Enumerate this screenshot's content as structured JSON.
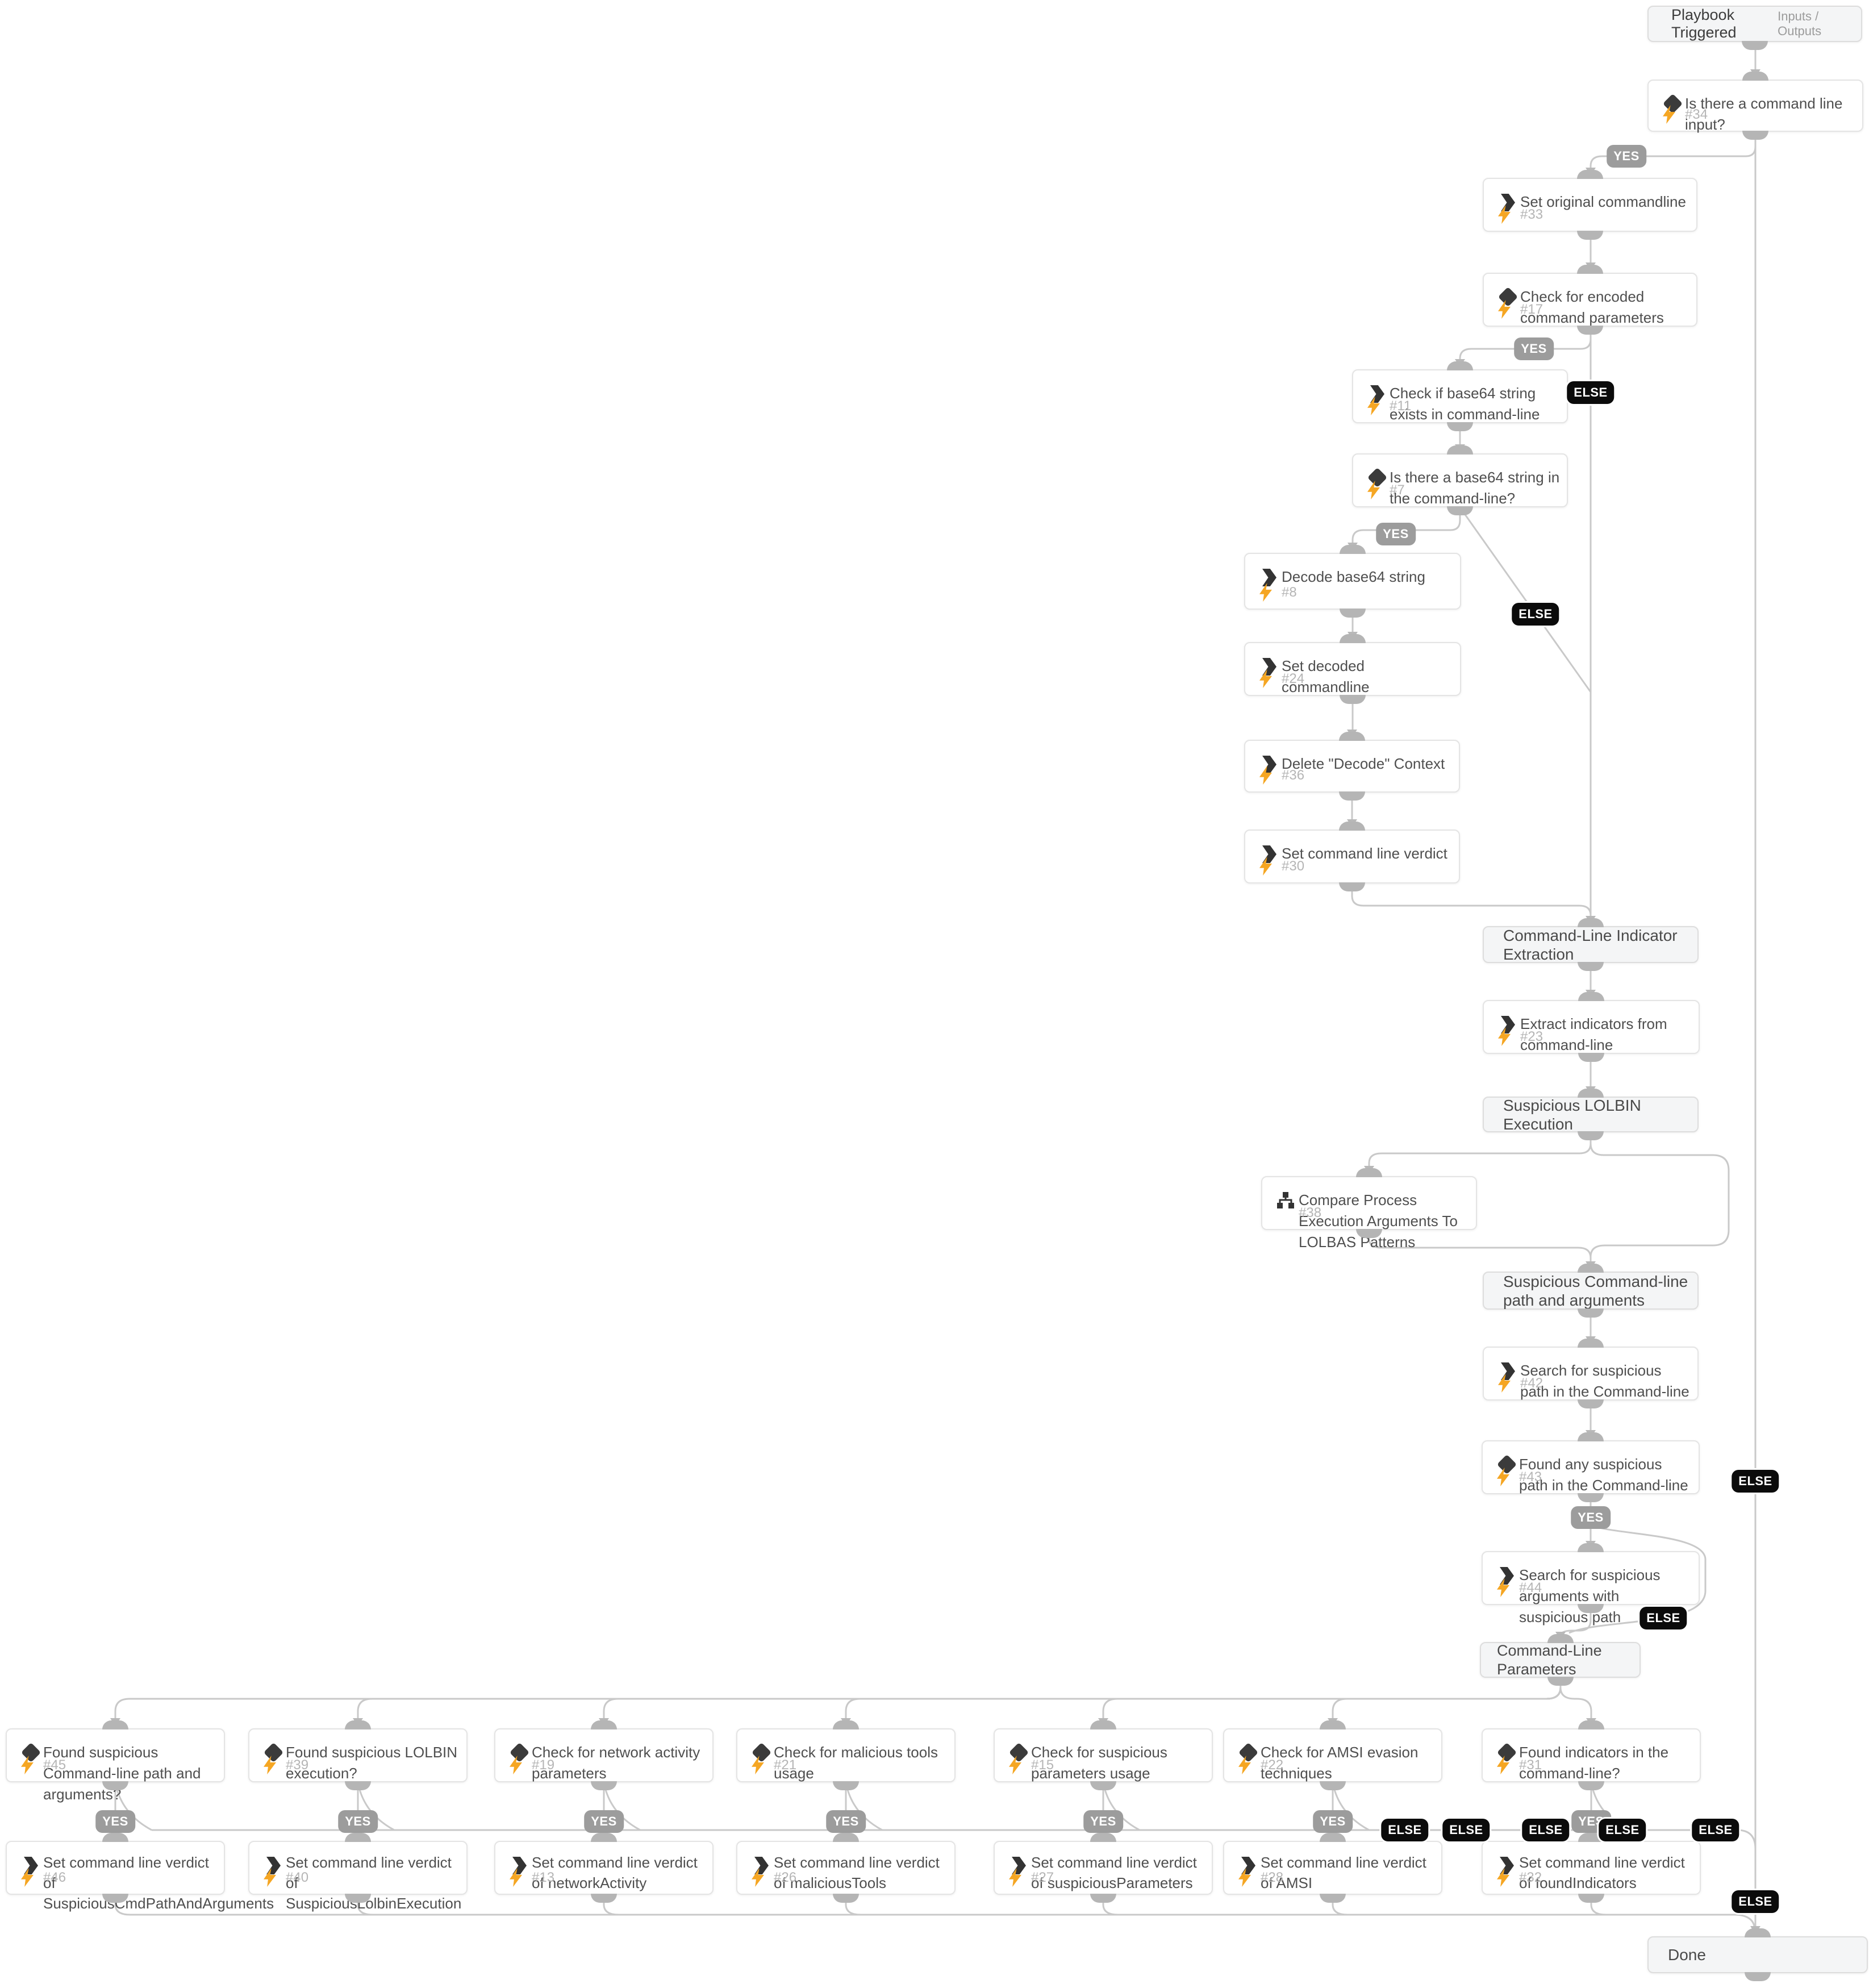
{
  "labels": {
    "yes": "YES",
    "else": "ELSE"
  },
  "trigger": {
    "title": "Playbook Triggered",
    "link": "Inputs / Outputs"
  },
  "terminator": {
    "title": "Done"
  },
  "colors": {
    "bolt": "#f5a623",
    "yes_pill": "#9c9c9c",
    "else_pill": "#0b0b0b",
    "wire": "#c9c9c9",
    "section_bg": "#f4f5f6"
  },
  "nodes": [
    {
      "id": "#34",
      "kind": "condition",
      "title": "Is there a command line input?"
    },
    {
      "id": "#33",
      "kind": "task",
      "title": "Set original commandline"
    },
    {
      "id": "#17",
      "kind": "condition",
      "title": "Check for encoded command parameters"
    },
    {
      "id": "#11",
      "kind": "task",
      "title": "Check if base64 string exists in command-line"
    },
    {
      "id": "#7",
      "kind": "condition",
      "title": "Is there a base64 string in the command-line?"
    },
    {
      "id": "#8",
      "kind": "task",
      "title": "Decode base64 string"
    },
    {
      "id": "#24",
      "kind": "task",
      "title": "Set decoded commandline"
    },
    {
      "id": "#36",
      "kind": "task",
      "title": "Delete \"Decode\" Context"
    },
    {
      "id": "#30",
      "kind": "task",
      "title": "Set command line verdict"
    },
    {
      "id": "sec1",
      "kind": "section",
      "title": "Command-Line Indicator Extraction"
    },
    {
      "id": "#23",
      "kind": "task",
      "title": "Extract indicators from command-line"
    },
    {
      "id": "sec2",
      "kind": "section",
      "title": "Suspicious LOLBIN Execution"
    },
    {
      "id": "#38",
      "kind": "sub-playbook",
      "title": "Compare Process Execution Arguments To LOLBAS Patterns"
    },
    {
      "id": "sec3",
      "kind": "section",
      "title": "Suspicious Command-line path and arguments"
    },
    {
      "id": "#42",
      "kind": "task",
      "title": "Search for suspicious path in the Command-line"
    },
    {
      "id": "#43",
      "kind": "condition",
      "title": "Found any suspicious path in the Command-line"
    },
    {
      "id": "#44",
      "kind": "task",
      "title": "Search for suspicious arguments with suspicious path"
    },
    {
      "id": "sec4",
      "kind": "section",
      "title": "Command-Line Parameters"
    },
    {
      "id": "#45",
      "kind": "condition",
      "title": "Found suspicious Command-line path and arguments?"
    },
    {
      "id": "#39",
      "kind": "condition",
      "title": "Found suspicious LOLBIN execution?"
    },
    {
      "id": "#19",
      "kind": "condition",
      "title": "Check for network activity parameters"
    },
    {
      "id": "#21",
      "kind": "condition",
      "title": "Check for malicious tools usage"
    },
    {
      "id": "#15",
      "kind": "condition",
      "title": "Check for suspicious parameters usage"
    },
    {
      "id": "#22",
      "kind": "condition",
      "title": "Check for AMSI evasion techniques"
    },
    {
      "id": "#31",
      "kind": "condition",
      "title": "Found indicators in the command-line?"
    },
    {
      "id": "#46",
      "kind": "task",
      "title": "Set command line verdict of SuspiciousCmdPathAndArguments"
    },
    {
      "id": "#40",
      "kind": "task",
      "title": "Set command line verdict of SuspiciousLolbinExecution"
    },
    {
      "id": "#13",
      "kind": "task",
      "title": "Set command line verdict of networkActivity"
    },
    {
      "id": "#26",
      "kind": "task",
      "title": "Set command line verdict of maliciousTools"
    },
    {
      "id": "#27",
      "kind": "task",
      "title": "Set command line verdict of suspiciousParameters"
    },
    {
      "id": "#28",
      "kind": "task",
      "title": "Set command line verdict of AMSI"
    },
    {
      "id": "#32",
      "kind": "task",
      "title": "Set command line verdict of foundIndicators"
    }
  ],
  "edges": [
    {
      "from": "Playbook Triggered",
      "to": "#34",
      "label": ""
    },
    {
      "from": "#34",
      "to": "#33",
      "label": "YES"
    },
    {
      "from": "#34",
      "to": "Done",
      "label": "ELSE"
    },
    {
      "from": "#33",
      "to": "#17",
      "label": ""
    },
    {
      "from": "#17",
      "to": "#11",
      "label": "YES"
    },
    {
      "from": "#17",
      "to": "Command-Line Indicator Extraction",
      "label": "ELSE"
    },
    {
      "from": "#11",
      "to": "#7",
      "label": ""
    },
    {
      "from": "#7",
      "to": "#8",
      "label": "YES"
    },
    {
      "from": "#7",
      "to": "Command-Line Indicator Extraction",
      "label": "ELSE"
    },
    {
      "from": "#8",
      "to": "#24",
      "label": ""
    },
    {
      "from": "#24",
      "to": "#36",
      "label": ""
    },
    {
      "from": "#36",
      "to": "#30",
      "label": ""
    },
    {
      "from": "#30",
      "to": "Command-Line Indicator Extraction",
      "label": ""
    },
    {
      "from": "Command-Line Indicator Extraction",
      "to": "#23",
      "label": ""
    },
    {
      "from": "#23",
      "to": "Suspicious LOLBIN Execution",
      "label": ""
    },
    {
      "from": "Suspicious LOLBIN Execution",
      "to": "#38",
      "label": ""
    },
    {
      "from": "#38",
      "to": "Suspicious Command-line path and arguments",
      "label": ""
    },
    {
      "from": "Suspicious Command-line path and arguments",
      "to": "#42",
      "label": ""
    },
    {
      "from": "#42",
      "to": "#43",
      "label": ""
    },
    {
      "from": "#43",
      "to": "#44",
      "label": "YES"
    },
    {
      "from": "#43",
      "to": "Command-Line Parameters",
      "label": "ELSE"
    },
    {
      "from": "#44",
      "to": "Command-Line Parameters",
      "label": ""
    },
    {
      "from": "Command-Line Parameters",
      "to": "#45 #39 #19 #21 #15 #22 #31",
      "label": ""
    },
    {
      "from": "#45",
      "to": "#46",
      "label": "YES"
    },
    {
      "from": "#45",
      "to": "Done",
      "label": "ELSE"
    },
    {
      "from": "#39",
      "to": "#40",
      "label": "YES"
    },
    {
      "from": "#39",
      "to": "Done",
      "label": "ELSE"
    },
    {
      "from": "#19",
      "to": "#13",
      "label": "YES"
    },
    {
      "from": "#19",
      "to": "Done",
      "label": "ELSE"
    },
    {
      "from": "#21",
      "to": "#26",
      "label": "YES"
    },
    {
      "from": "#21",
      "to": "Done",
      "label": "ELSE"
    },
    {
      "from": "#15",
      "to": "#27",
      "label": "YES"
    },
    {
      "from": "#15",
      "to": "Done",
      "label": "ELSE"
    },
    {
      "from": "#22",
      "to": "#28",
      "label": "YES"
    },
    {
      "from": "#22",
      "to": "Done",
      "label": "ELSE"
    },
    {
      "from": "#31",
      "to": "#32",
      "label": "YES"
    },
    {
      "from": "#31",
      "to": "Done",
      "label": "ELSE"
    },
    {
      "from": "#46 #40 #13 #26 #27 #28 #32",
      "to": "Done",
      "label": ""
    }
  ]
}
